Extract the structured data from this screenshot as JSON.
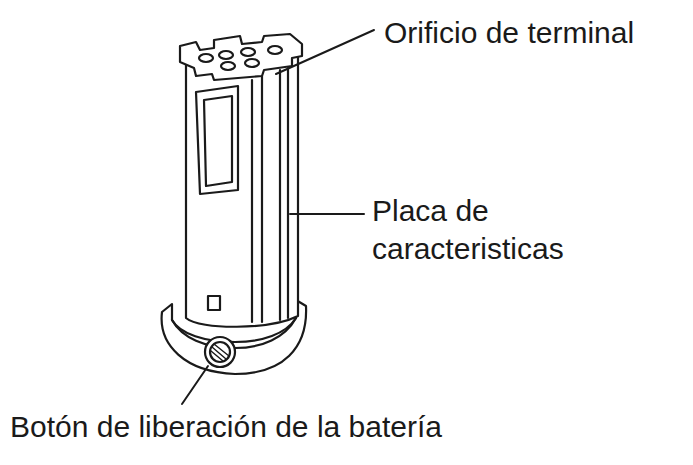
{
  "diagram": {
    "labels": [
      "Orificio de terminal",
      "Placa de caracteristicas",
      "Botón de liberación de la batería"
    ]
  }
}
